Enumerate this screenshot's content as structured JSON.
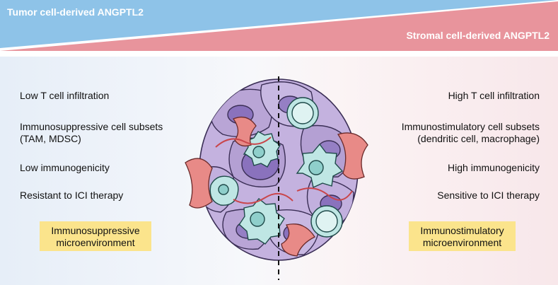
{
  "banner": {
    "left_label": "Tumor cell-derived ANGPTL2",
    "right_label": "Stromal cell-derived ANGPTL2",
    "left_color": "#8ec3e8",
    "right_color": "#e8949c"
  },
  "left_panel": {
    "items": [
      "Low T cell infiltration",
      "Immunosuppressive cell subsets",
      "(TAM, MDSC)",
      "Low immunogenicity",
      "Resistant to ICI therapy"
    ],
    "box_lines": [
      "Immunosuppressive",
      "microenvironment"
    ]
  },
  "right_panel": {
    "items": [
      "High T cell infiltration",
      "Immunostimulatory cell subsets",
      "(dendritic cell, macrophage)",
      "High immunogenicity",
      "Sensitive to ICI therapy"
    ],
    "box_lines": [
      "Immunostimulatory",
      "microenvironment"
    ]
  },
  "colors": {
    "highlight_box": "#fbe48c",
    "tumor_cell": "#b9a5d6",
    "tumor_nucleus": "#8a72bd",
    "immune_cell": "#bfe6e4",
    "fibroblast": "#e88a87"
  },
  "illustration": {
    "subject": "tumor-microenvironment-cell-cluster",
    "divider": "dashed-vertical-line"
  }
}
